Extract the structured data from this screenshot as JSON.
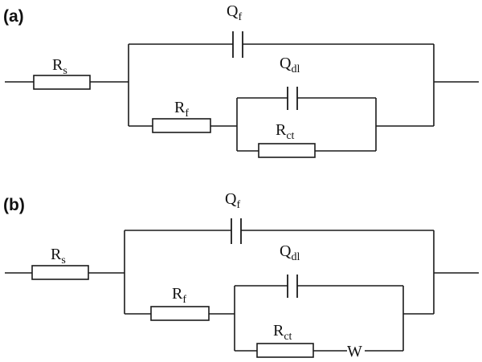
{
  "panels": [
    {
      "label": "(a)",
      "components": {
        "Rs": {
          "main": "R",
          "sub": "s"
        },
        "Qf": {
          "main": "Q",
          "sub": "f"
        },
        "Rf": {
          "main": "R",
          "sub": "f"
        },
        "Qdl": {
          "main": "Q",
          "sub": "dl"
        },
        "Rct": {
          "main": "R",
          "sub": "ct"
        }
      }
    },
    {
      "label": "(b)",
      "components": {
        "Rs": {
          "main": "R",
          "sub": "s"
        },
        "Qf": {
          "main": "Q",
          "sub": "f"
        },
        "Rf": {
          "main": "R",
          "sub": "f"
        },
        "Qdl": {
          "main": "Q",
          "sub": "dl"
        },
        "Rct": {
          "main": "R",
          "sub": "ct"
        },
        "W": {
          "main": "W"
        }
      }
    }
  ]
}
